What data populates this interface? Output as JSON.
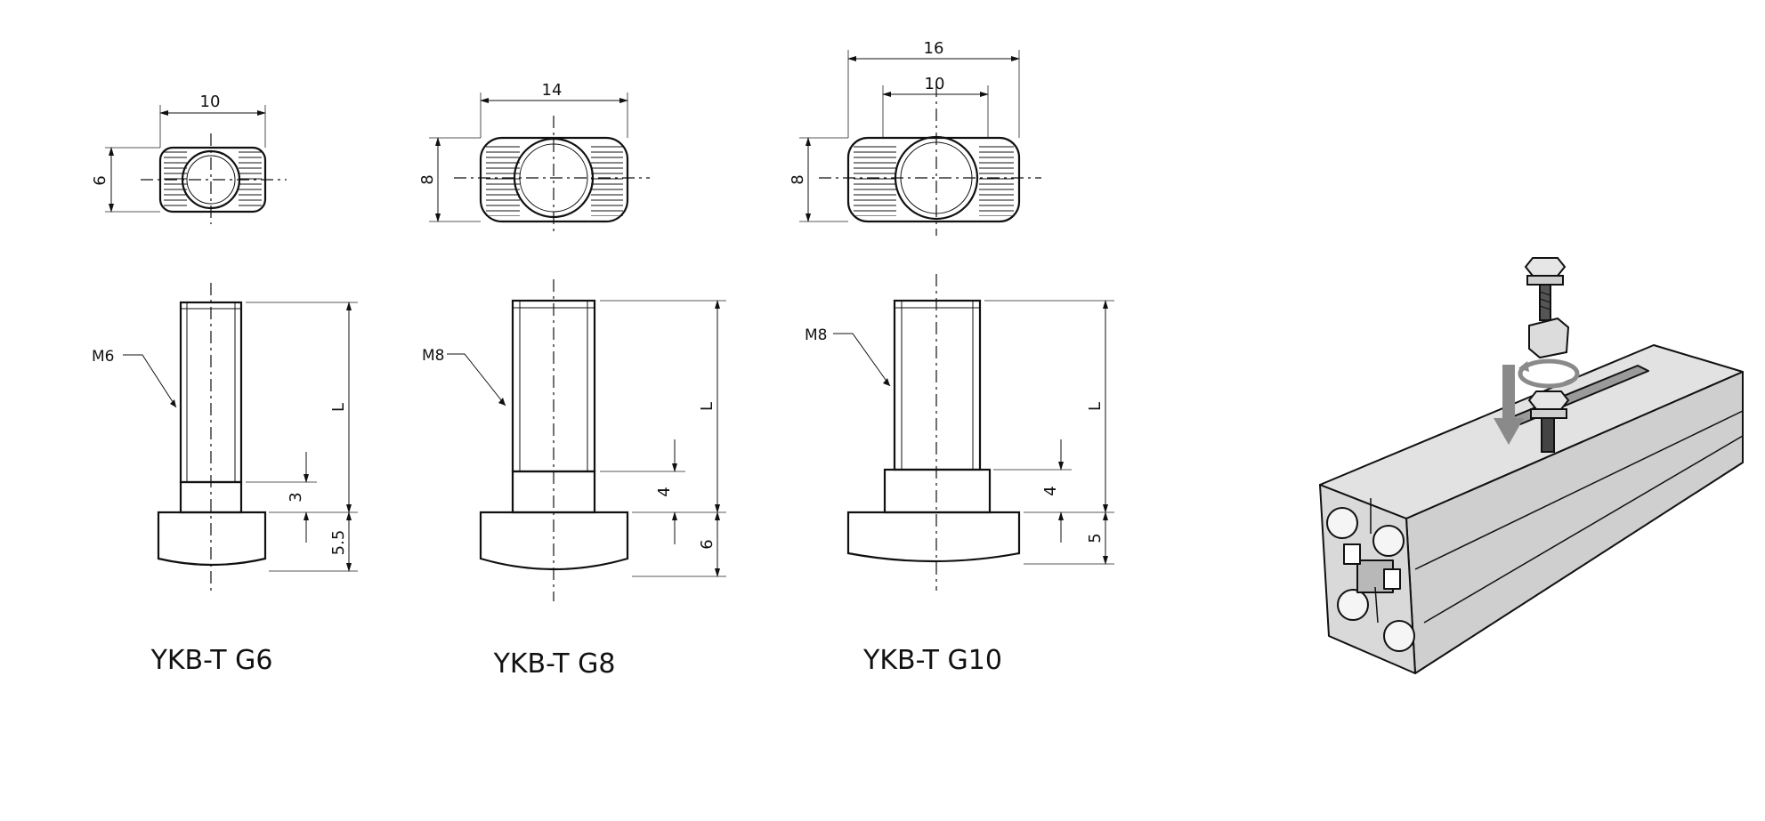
{
  "parts": [
    {
      "id": "g6",
      "title": "YKB-T G6",
      "thread": "M6",
      "head_width": "10",
      "head_height": "6",
      "neck_height": "3",
      "head_thickness": "5.5",
      "length_label": "L"
    },
    {
      "id": "g8",
      "title": "YKB-T G8",
      "thread": "M8",
      "head_width": "14",
      "head_height": "8",
      "neck_height": "4",
      "head_thickness": "6",
      "length_label": "L"
    },
    {
      "id": "g10",
      "title": "YKB-T G10",
      "thread": "M8",
      "head_width": "16",
      "inner_width": "10",
      "head_height": "8",
      "neck_height": "4",
      "head_thickness": "5",
      "length_label": "L"
    }
  ],
  "colors": {
    "line": "#111111",
    "profile": "#d8d8d8",
    "arrow": "#8a8a8a"
  }
}
